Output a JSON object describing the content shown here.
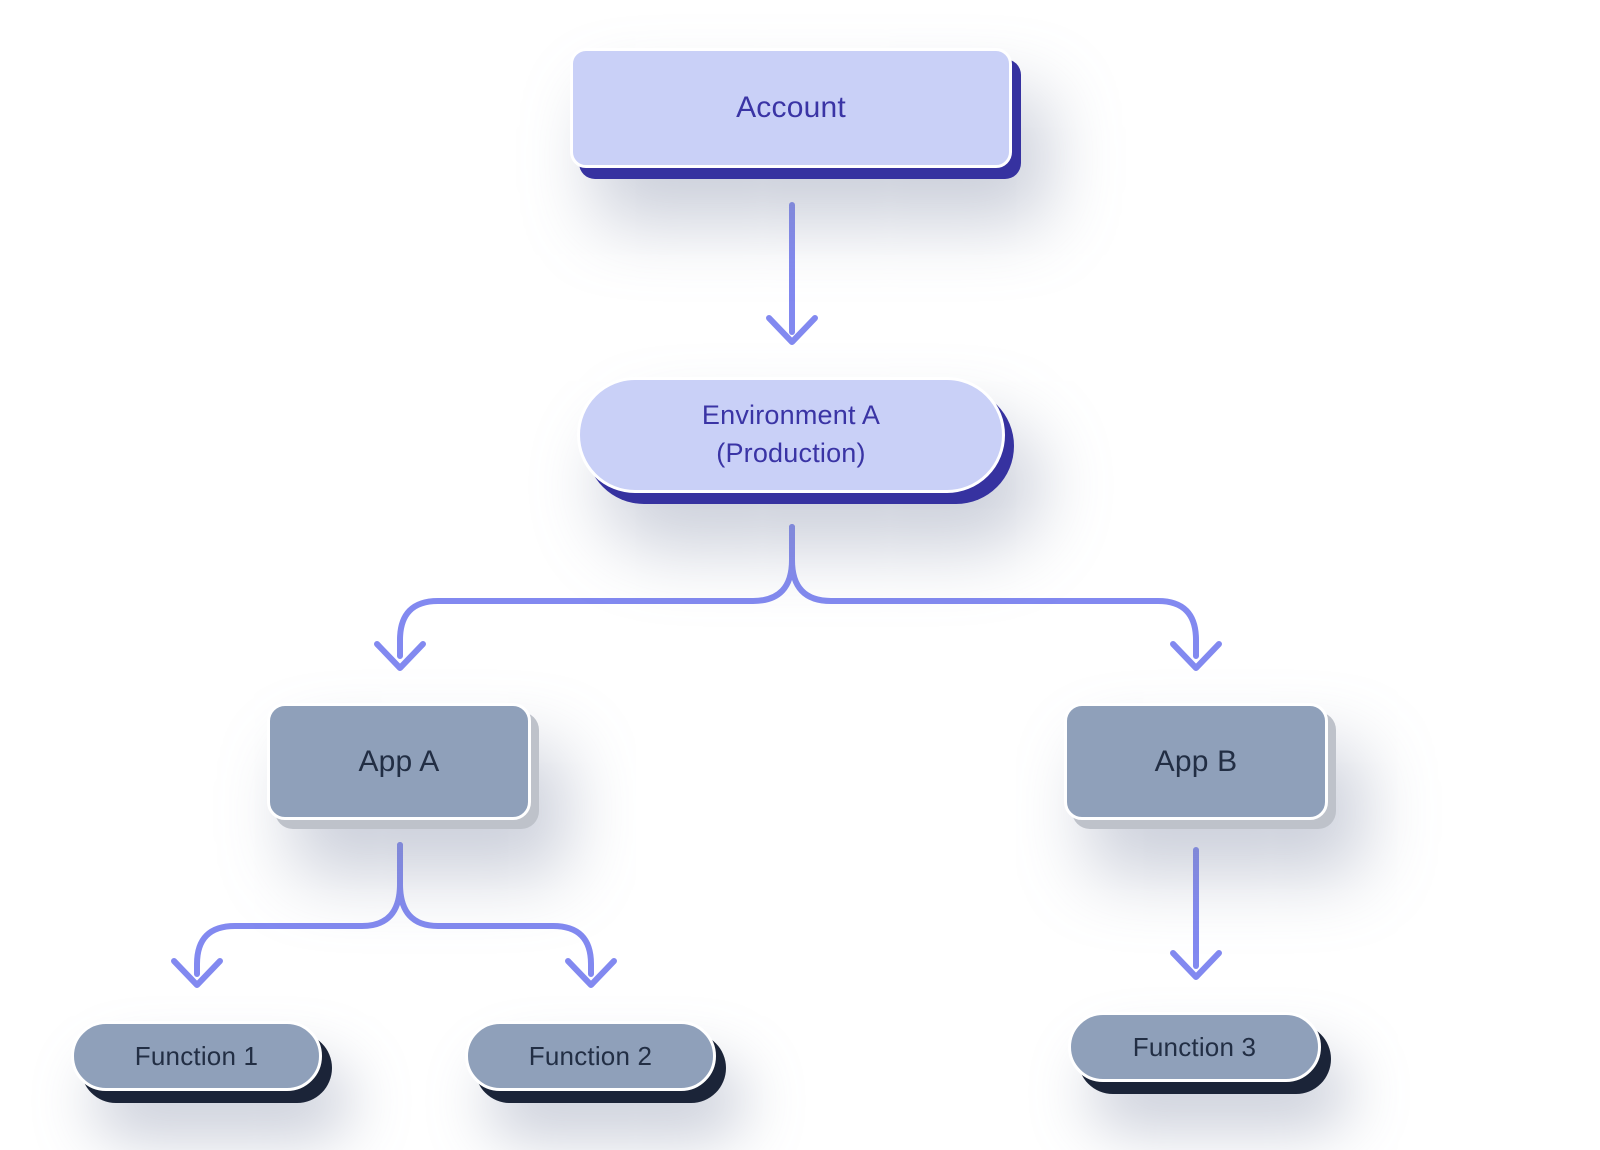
{
  "diagram_title": "",
  "nodes": {
    "account": {
      "label": "Account"
    },
    "environment": {
      "label_line1": "Environment A",
      "label_line2": "(Production)"
    },
    "app_a": {
      "label": "App A"
    },
    "app_b": {
      "label": "App B"
    },
    "function_1": {
      "label": "Function 1"
    },
    "function_2": {
      "label": "Function 2"
    },
    "function_3": {
      "label": "Function 3"
    }
  },
  "edges": [
    {
      "from": "account",
      "to": "environment"
    },
    {
      "from": "environment",
      "to": "app_a"
    },
    {
      "from": "environment",
      "to": "app_b"
    },
    {
      "from": "app_a",
      "to": "function_1"
    },
    {
      "from": "app_a",
      "to": "function_2"
    },
    {
      "from": "app_b",
      "to": "function_3"
    }
  ],
  "colors": {
    "bg": "#ffffff",
    "arrow": "#8289F0",
    "purple_fill": "#C9D0F7",
    "purple_text": "#3A34A5",
    "purple_shadow": "#3632A0",
    "gray_fill": "#8FA0BA",
    "gray_text": "#222E44",
    "app_shadow": "#BEC2CA",
    "func_shadow": "#1B2438",
    "node_border": "#ffffff",
    "glow": "rgba(128,138,166,0.40)"
  }
}
